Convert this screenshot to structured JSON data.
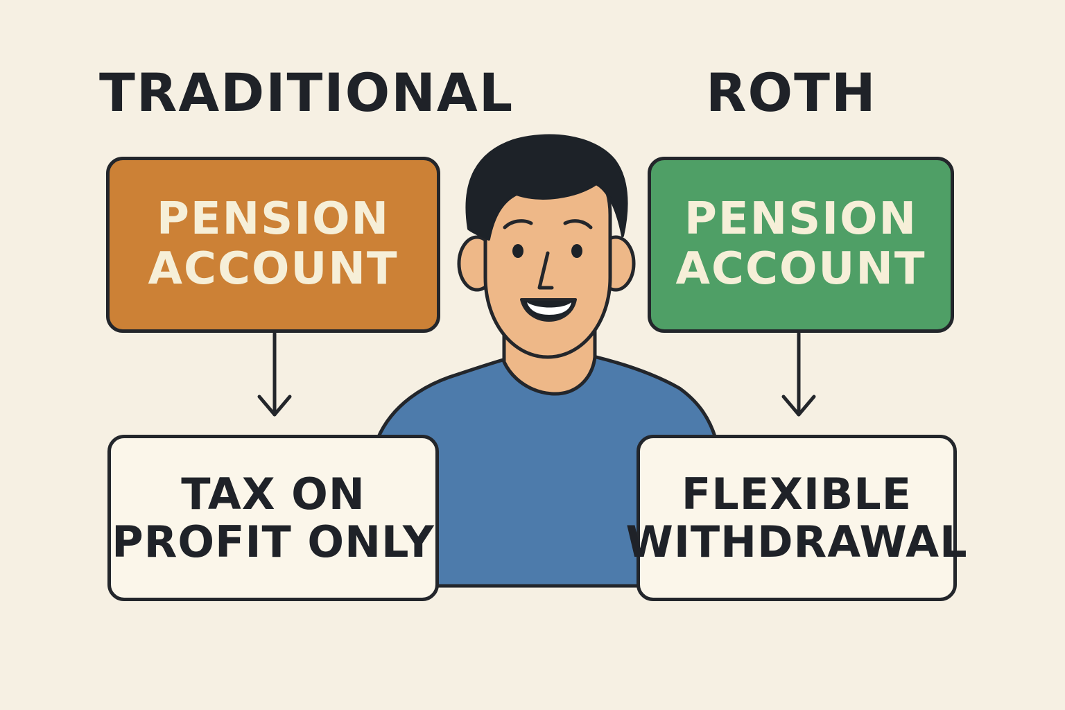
{
  "left_column": {
    "heading": "TRADITIONAL",
    "account": {
      "line1": "PENSION",
      "line2": "ACCOUNT",
      "color": "#cc8136"
    },
    "outcome": {
      "line1": "TAX ON",
      "line2": "PROFIT ONLY"
    }
  },
  "right_column": {
    "heading": "ROTH",
    "account": {
      "line1": "PENSION",
      "line2": "ACCOUNT",
      "color": "#4f9f66"
    },
    "outcome": {
      "line1": "FLEXIBLE",
      "line2": "WITHDRAWAL"
    }
  },
  "colors": {
    "background": "#f6f0e3",
    "outline": "#23262b",
    "shirt": "#4d7bab",
    "skin": "#eeb888",
    "hair": "#1d2228"
  },
  "icons": {
    "person": "smiling-person-illustration",
    "connector": "down-arrow-icon"
  }
}
